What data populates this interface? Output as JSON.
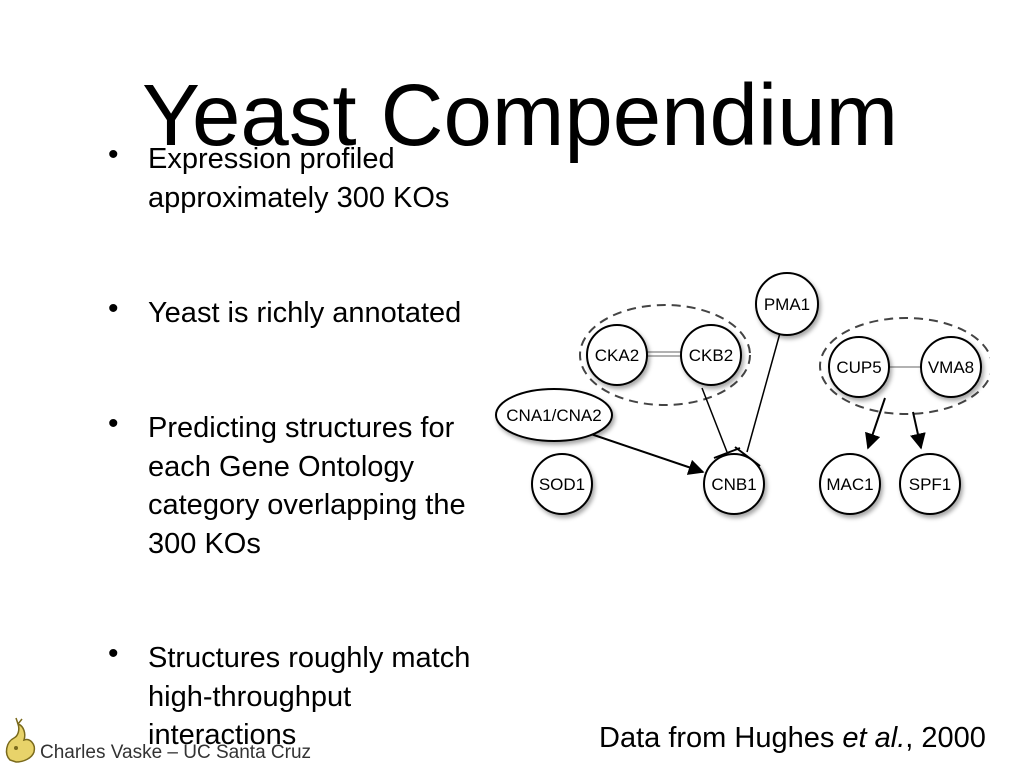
{
  "slide": {
    "title": "Yeast Compendium"
  },
  "bullets": [
    "Expression profiled approximately 300 KOs",
    "Yeast is richly annotated",
    "Predicting structures for each Gene Ontology category overlapping the 300 KOs",
    "Structures roughly match high-throughput interactions"
  ],
  "diagram": {
    "nodes": {
      "pma1": "PMA1",
      "cka2": "CKA2",
      "ckb2": "CKB2",
      "cup5": "CUP5",
      "vma8": "VMA8",
      "cna": "CNA1/CNA2",
      "sod1": "SOD1",
      "cnb1": "CNB1",
      "mac1": "MAC1",
      "spf1": "SPF1"
    }
  },
  "footer": {
    "author": "Charles Vaske – UC Santa Cruz",
    "citation_prefix": "Data from Hughes ",
    "citation_etal": "et al.",
    "citation_suffix": ", 2000"
  }
}
